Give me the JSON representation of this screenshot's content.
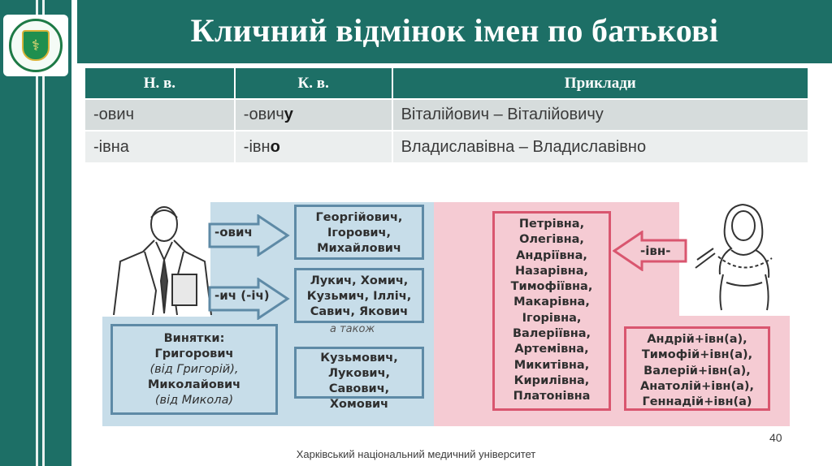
{
  "title": "Кличний відмінок імен по батькові",
  "table": {
    "headers": [
      "Н. в.",
      "К. в.",
      "Приклади"
    ],
    "rows": [
      {
        "nom": "-ович",
        "voc_base": "-ович",
        "voc_end": "у",
        "example": "Віталійович – Віталійовичу"
      },
      {
        "nom": "-івна",
        "voc_base": "-івн",
        "voc_end": "о",
        "example": "Владиславівна – Владиславівно"
      }
    ]
  },
  "diagram": {
    "arrow_ovych": "-ович",
    "arrow_ych": "-ич (-іч)",
    "arrow_ivn": "-івн-",
    "box_ovych": [
      "Георгійович,",
      "Ігорович,",
      "Михайлович"
    ],
    "box_ych": [
      "Лукич, Хомич,",
      "Кузьмич, Ілліч,",
      "Савич, Якович"
    ],
    "also_note": "а також",
    "box_also": [
      "Кузьмович,",
      "Лукович, Савович,",
      "Хомович"
    ],
    "exceptions": {
      "heading": "Винятки:",
      "lines": [
        "Григорович",
        "(від Григорій),",
        "Миколайович",
        "(від Микола)"
      ]
    },
    "box_ivna": [
      "Петрівна,",
      "Олегівна,",
      "Андріївна,",
      "Назарівна,",
      "Тимофіївна,",
      "Макарівна,",
      "Ігорівна,",
      "Валеріївна,",
      "Артемівна,",
      "Микитівна,",
      "Кирилівна,",
      "Платонівна"
    ],
    "box_formation": [
      "Андрій+івн(а),",
      "Тимофій+івн(а),",
      "Валерій+івн(а),",
      "Анатолій+івн(а),",
      "Геннадій+івн(а)"
    ]
  },
  "page_number": "40",
  "footer": "Харківський національний медичний університет",
  "colors": {
    "teal": "#1d6f66",
    "blue_zone": "#c7dde9",
    "pink_zone": "#f5cbd3",
    "blue_border": "#5e8aa6",
    "pink_border": "#d9566f"
  }
}
